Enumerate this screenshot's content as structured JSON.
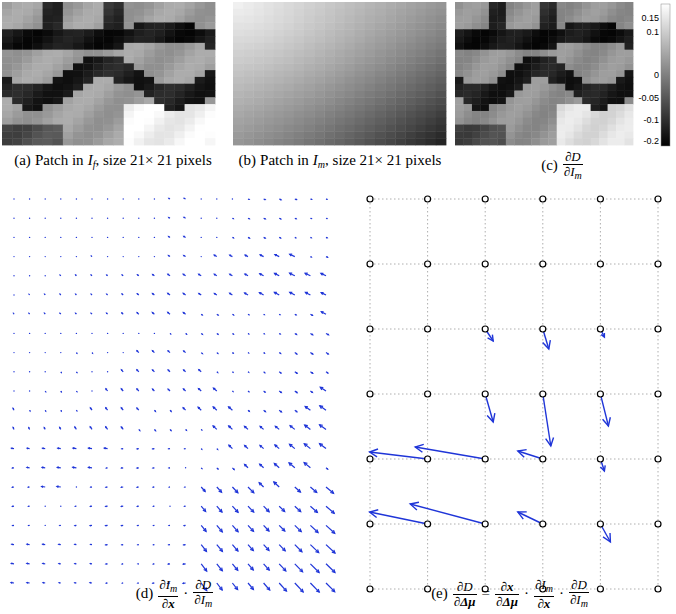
{
  "diagram": {
    "labels": [
      "(a)",
      "Patch in",
      "I",
      "f",
      ", size 21× 21 pixels",
      "(b)",
      "Patch in",
      "I",
      "m",
      ", size 21× 21 pixels",
      "0.15",
      "0.1",
      "0",
      "-0.05",
      "-0.1",
      "-0.2",
      "(c)",
      "∂D",
      "∂I",
      "m",
      "(d)",
      "∂I",
      "m",
      "∂x",
      "·",
      "∂D",
      "∂I",
      "m",
      "(e)",
      "∂D",
      "∂Δμ",
      "=",
      "∂x",
      "∂Δμ",
      "·",
      "∂I",
      "m",
      "∂x",
      "·",
      "∂D",
      "∂I",
      "m"
    ]
  }
}
